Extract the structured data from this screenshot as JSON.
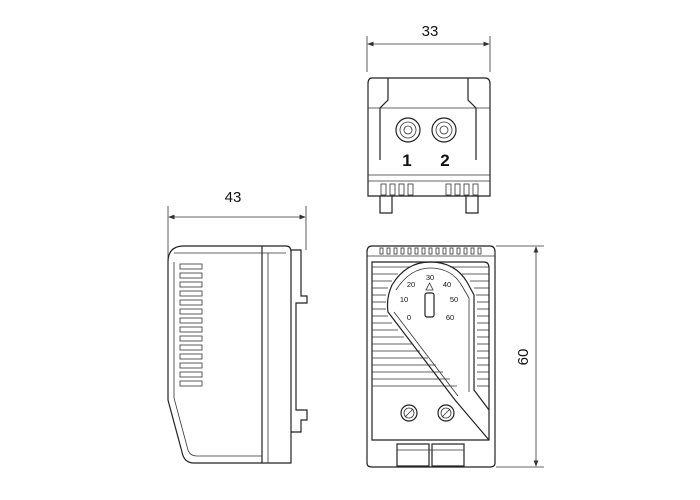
{
  "dimensions": {
    "front_width": "33",
    "side_depth": "43",
    "height": "60"
  },
  "terminals": [
    "1",
    "2"
  ],
  "dial_scale": [
    "0",
    "10",
    "20",
    "30",
    "40",
    "50",
    "60"
  ]
}
